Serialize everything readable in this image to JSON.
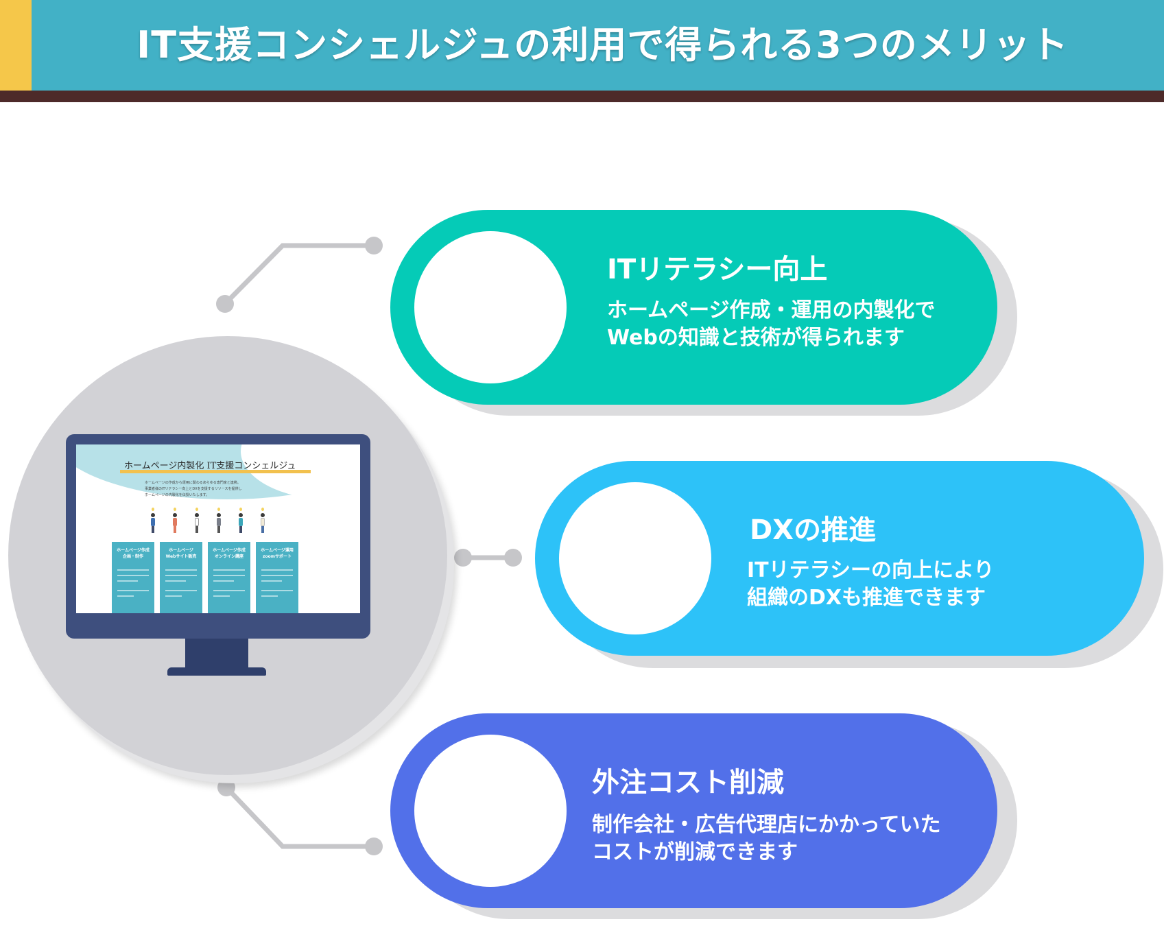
{
  "header": {
    "title": "IT支援コンシェルジュの利用で得られる3つのメリット"
  },
  "colors": {
    "header_bg": "#42b1c6",
    "header_accent": "#f5c74a",
    "header_bottom": "#4d2a29",
    "pill1": "#05cbb7",
    "pill2": "#2dc2f8",
    "pill3": "#5270e9",
    "connector": "#c6c6c9"
  },
  "illustration": {
    "screen_title": "ホームページ内製化 IT支援コンシェルジュ",
    "screen_text_lines": [
      "ホームページの作成から運用に関わるあらゆる専門家と連携。",
      "事業者様のITリテラシー向上とDXを支援するリソースを提供し",
      "ホームページの内製化を伝授いたします。"
    ],
    "cards": [
      {
        "title_line1": "ホームページ作成",
        "title_line2": "企画・制作"
      },
      {
        "title_line1": "ホームページ",
        "title_line2": "Webサイト販売"
      },
      {
        "title_line1": "ホームページ作成",
        "title_line2": "オンライン講座"
      },
      {
        "title_line1": "ホームページ運用",
        "title_line2": "zoomサポート"
      }
    ]
  },
  "merits": [
    {
      "title": "ITリテラシー向上",
      "desc_line1": "ホームページ作成・運用の内製化で",
      "desc_line2": "Webの知識と技術が得られます"
    },
    {
      "title": "DXの推進",
      "desc_line1": "ITリテラシーの向上により",
      "desc_line2": "組織のDXも推進できます"
    },
    {
      "title": "外注コスト削減",
      "desc_line1": "制作会社・広告代理店にかかっていた",
      "desc_line2": "コストが削減できます"
    }
  ]
}
